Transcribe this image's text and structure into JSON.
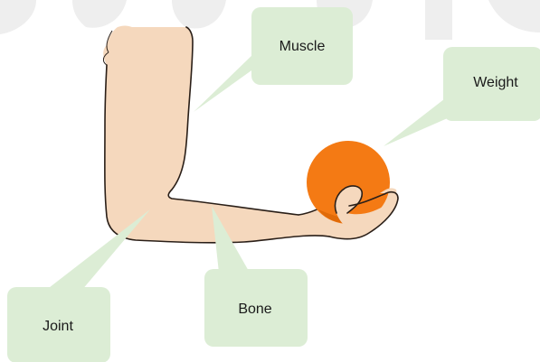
{
  "labels": {
    "muscle": "Muscle",
    "weight": "Weight",
    "joint": "Joint",
    "bone": "Bone"
  },
  "colors": {
    "callout_fill": "#dcedd5",
    "skin": "#f5d8bd",
    "outline": "#2a1f18",
    "ball": "#f47a14",
    "ball_shadow": "#e06a08",
    "watermark": "#eeeeee"
  }
}
